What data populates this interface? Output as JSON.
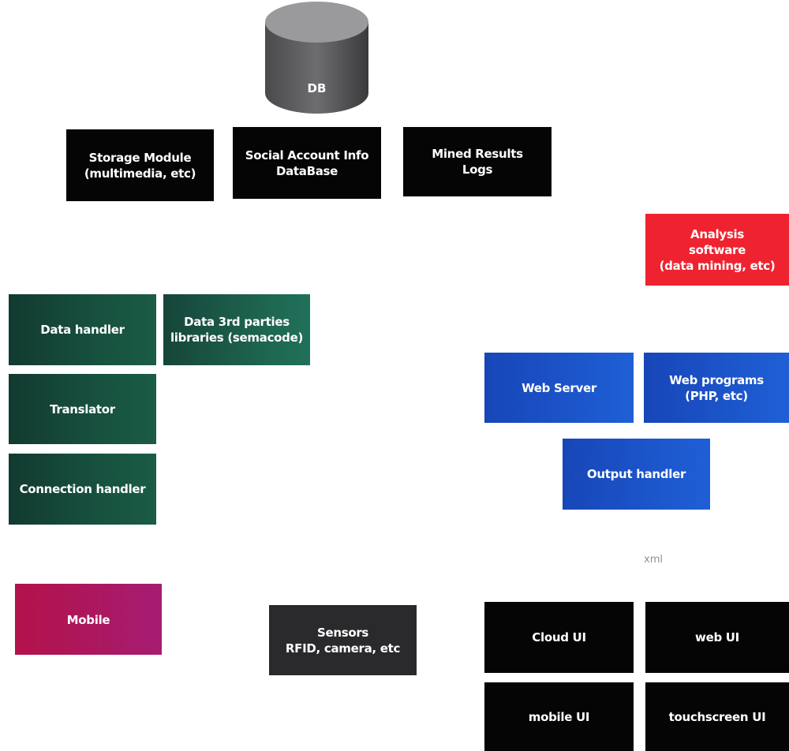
{
  "db": {
    "label": "DB"
  },
  "storage": {
    "line1": "Storage Module",
    "line2": "(multimedia, etc)"
  },
  "social": {
    "line1": "Social Account Info",
    "line2": "DataBase"
  },
  "mined": {
    "line1": "Mined Results",
    "line2": "Logs"
  },
  "analysis": {
    "line1": "Analysis",
    "line2": "software",
    "line3": "(data mining, etc)"
  },
  "data_handler": {
    "label": "Data handler"
  },
  "data_3rd": {
    "line1": "Data 3rd parties",
    "line2": "libraries (semacode)"
  },
  "translator": {
    "label": "Translator"
  },
  "connection_handler": {
    "label": "Connection handler"
  },
  "web_server": {
    "label": "Web Server"
  },
  "web_programs": {
    "line1": "Web programs",
    "line2": "(PHP, etc)"
  },
  "output_handler": {
    "label": "Output handler"
  },
  "xml": {
    "label": "xml"
  },
  "mobile": {
    "label": "Mobile"
  },
  "sensors": {
    "line1": "Sensors",
    "line2": "RFID, camera, etc"
  },
  "cloud_ui": {
    "label": "Cloud UI"
  },
  "web_ui": {
    "label": "web UI"
  },
  "mobile_ui": {
    "label": "mobile UI"
  },
  "touchscreen_ui": {
    "label": "touchscreen UI"
  }
}
